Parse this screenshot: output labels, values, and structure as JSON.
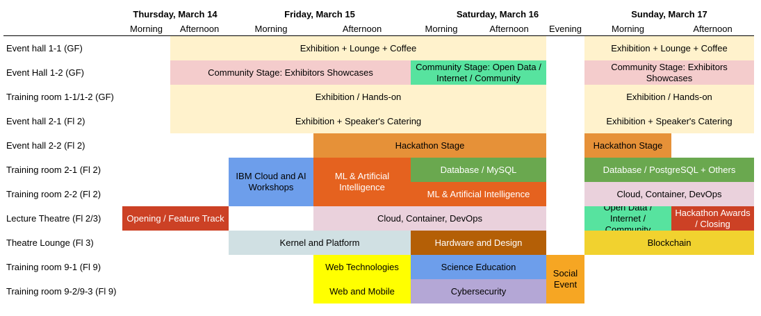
{
  "days": {
    "thu": "Thursday, March 14",
    "fri": "Friday, March 15",
    "sat": "Saturday, March 16",
    "sun": "Sunday, March 17"
  },
  "periods": {
    "morning": "Morning",
    "afternoon": "Afternoon",
    "evening": "Evening"
  },
  "rooms": [
    "Event hall 1-1 (GF)",
    "Event Hall 1-2  (GF)",
    "Training room 1-1/1-2  (GF)",
    "Event hall 2-1 (Fl 2)",
    "Event hall 2-2 (Fl 2)",
    "Training room 2-1 (Fl 2)",
    "Training room 2-2 (Fl 2)",
    "Lecture Theatre (Fl 2/3)",
    "Theatre Lounge (Fl 3)",
    "Training room 9-1 (Fl 9)",
    "Training room 9-2/9-3 (Fl 9)"
  ],
  "sessions": {
    "exhibition_lounge": "Exhibition + Lounge + Coffee",
    "community_stage": "Community Stage: Exhibitors Showcases",
    "community_open_data": "Community Stage: Open Data / Internet / Community",
    "exhibition_hands_on": "Exhibition / Hands-on",
    "exhibition_catering": "Exhibition + Speaker's Catering",
    "hackathon_stage": "Hackathon Stage",
    "ibm_cloud_ai": "IBM Cloud and AI Workshops",
    "ml_ai": "ML & Artificial Intelligence",
    "database_mysql": "Database / MySQL",
    "database_postgres": "Database / PostgreSQL + Others",
    "cloud_devops": "Cloud, Container, DevOps",
    "opening_feature": "Opening / Feature Track",
    "open_data_community": "Open Data / Internet / Community",
    "hackathon_awards": "Hackathon Awards / Closing",
    "kernel_platform": "Kernel and Platform",
    "hardware_design": "Hardware and Design",
    "blockchain": "Blockchain",
    "web_technologies": "Web Technologies",
    "science_education": "Science Education",
    "social_event": "Social Event",
    "web_mobile": "Web and Mobile",
    "cybersecurity": "Cybersecurity"
  },
  "colors": {
    "exhibition": "#fff2cc",
    "community": "#f4cccc",
    "green_light": "#57e39f",
    "orange": "#e69138",
    "blue": "#6d9eeb",
    "orange_red": "#e5621f",
    "green": "#6aa84f",
    "pink": "#ead1dc",
    "red": "#cc4125",
    "grey_blue": "#d0e0e3",
    "brown": "#b45f06",
    "gold": "#f1d22f",
    "yellow": "#ffff00",
    "social": "#f6a623",
    "purple": "#b4a7d6"
  }
}
